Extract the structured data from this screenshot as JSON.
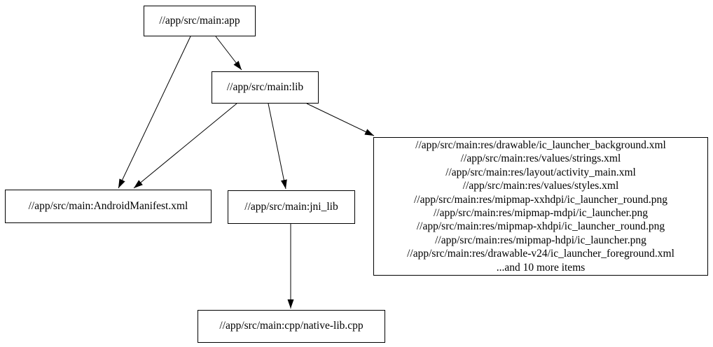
{
  "graph": {
    "type": "dependency-graph",
    "background_color": "#ffffff",
    "node_fill": "#ffffff",
    "node_border_color": "#000000",
    "edge_color": "#000000",
    "text_color": "#000000",
    "nodes": [
      {
        "id": "app",
        "label": "//app/src/main:app"
      },
      {
        "id": "lib",
        "label": "//app/src/main:lib"
      },
      {
        "id": "manifest",
        "label": "//app/src/main:AndroidManifest.xml"
      },
      {
        "id": "jni_lib",
        "label": "//app/src/main:jni_lib"
      },
      {
        "id": "res",
        "lines": [
          "//app/src/main:res/drawable/ic_launcher_background.xml",
          "//app/src/main:res/values/strings.xml",
          "//app/src/main:res/layout/activity_main.xml",
          "//app/src/main:res/values/styles.xml",
          "//app/src/main:res/mipmap-xxhdpi/ic_launcher_round.png",
          "//app/src/main:res/mipmap-mdpi/ic_launcher.png",
          "//app/src/main:res/mipmap-xhdpi/ic_launcher_round.png",
          "//app/src/main:res/mipmap-hdpi/ic_launcher.png",
          "//app/src/main:res/drawable-v24/ic_launcher_foreground.xml",
          "...and 10 more items"
        ]
      },
      {
        "id": "native",
        "label": "//app/src/main:cpp/native-lib.cpp"
      }
    ],
    "edges": [
      {
        "from": "app",
        "to": "lib"
      },
      {
        "from": "app",
        "to": "manifest"
      },
      {
        "from": "lib",
        "to": "manifest"
      },
      {
        "from": "lib",
        "to": "jni_lib"
      },
      {
        "from": "lib",
        "to": "res"
      },
      {
        "from": "jni_lib",
        "to": "native"
      }
    ]
  }
}
